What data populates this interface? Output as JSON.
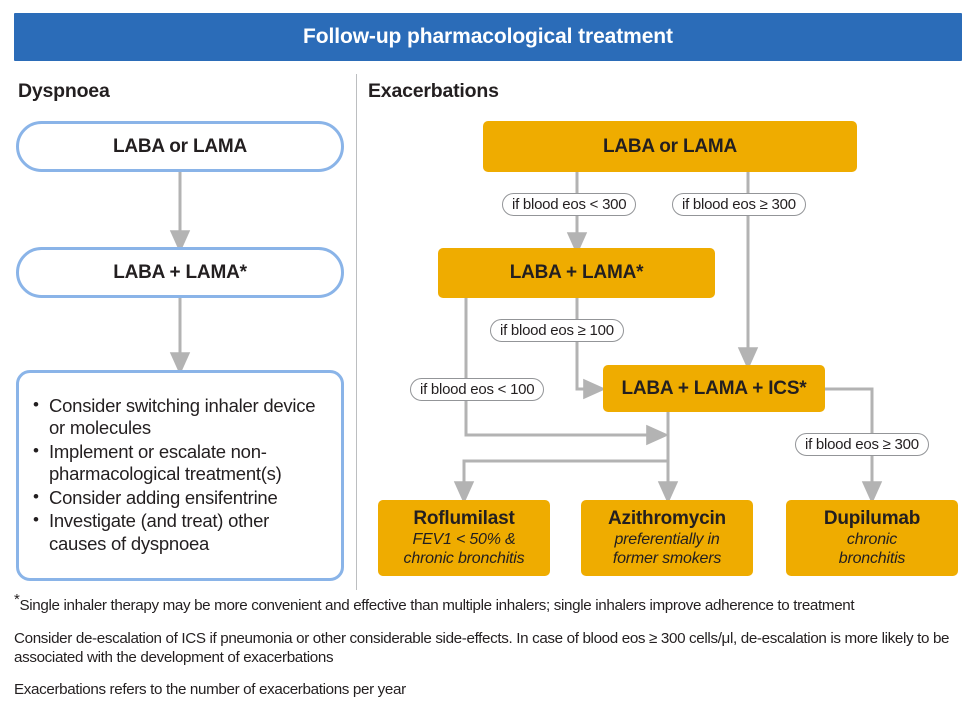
{
  "header": {
    "title": "Follow-up pharmacological treatment",
    "banner_color": "#2b6cb8"
  },
  "colors": {
    "banner_blue": "#2b6cb8",
    "node_orange": "#efac00",
    "pill_border_blue": "#8ab4e8",
    "connector_gray": "#b3b3b3",
    "text_dark": "#231f20"
  },
  "columns": {
    "left": {
      "heading": "Dyspnoea"
    },
    "right": {
      "heading": "Exacerbations"
    }
  },
  "dyspnoea": {
    "nodes": [
      {
        "id": "dys-laba-or-lama",
        "label": "LABA or LAMA"
      },
      {
        "id": "dys-laba-lama",
        "label": "LABA + LAMA*"
      }
    ],
    "advice_box": {
      "id": "dys-advice",
      "bullets": [
        "Consider switching inhaler device or molecules",
        "Implement or escalate non-pharmacological treatment(s)",
        "Consider adding ensifentrine",
        "Investigate (and treat) other causes of dyspnoea"
      ]
    }
  },
  "exacerbations": {
    "nodes": [
      {
        "id": "exa-laba-or-lama",
        "label": "LABA or LAMA"
      },
      {
        "id": "exa-laba-lama",
        "label": "LABA + LAMA*"
      },
      {
        "id": "exa-laba-lama-ics",
        "label": "LABA + LAMA + ICS*"
      }
    ],
    "conditions": [
      {
        "id": "cond-eos-lt-300",
        "label": "if blood eos < 300"
      },
      {
        "id": "cond-eos-gte-300-top",
        "label": "if blood eos ≥ 300"
      },
      {
        "id": "cond-eos-gte-100",
        "label": "if blood eos ≥ 100"
      },
      {
        "id": "cond-eos-lt-100",
        "label": "if blood eos < 100"
      },
      {
        "id": "cond-eos-gte-300-bottom",
        "label": "if blood eos ≥ 300"
      }
    ],
    "treatments": [
      {
        "id": "tx-roflumilast",
        "name": "Roflumilast",
        "criteria_line1": "FEV1 < 50% &",
        "criteria_line2": "chronic bronchitis"
      },
      {
        "id": "tx-azithromycin",
        "name": "Azithromycin",
        "criteria_line1": "preferentially in",
        "criteria_line2": "former smokers"
      },
      {
        "id": "tx-dupilumab",
        "name": "Dupilumab",
        "criteria_line1": "chronic",
        "criteria_line2": "bronchitis"
      }
    ]
  },
  "footnotes": {
    "star": "*",
    "note1": "Single inhaler therapy may be more convenient and effective than multiple inhalers; single inhalers improve adherence to treatment",
    "note2": "Consider de-escalation of ICS if pneumonia or other considerable side-effects. In case of blood eos ≥ 300 cells/μl, de-escalation is more likely to be associated with the development of exacerbations",
    "note3": "Exacerbations refers to the number of exacerbations per year"
  }
}
